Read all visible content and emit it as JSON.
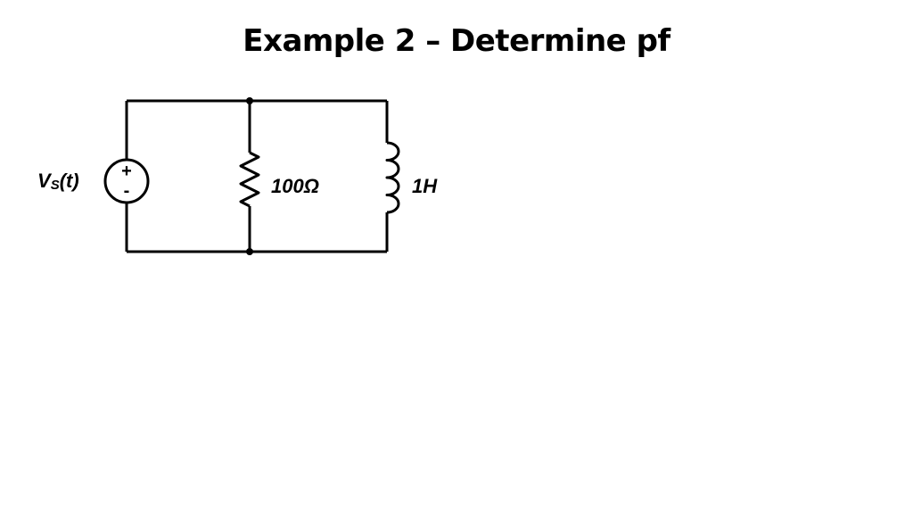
{
  "slide": {
    "title": "Example 2 – Determine pf"
  },
  "circuit": {
    "source": {
      "label_main": "V",
      "label_sub": "S",
      "label_arg": "(t)",
      "plus_symbol": "+",
      "minus_symbol": "-"
    },
    "resistor": {
      "label": "100Ω"
    },
    "inductor": {
      "label": "1H"
    }
  },
  "colors": {
    "background": "#ffffff",
    "ink": "#000000"
  }
}
